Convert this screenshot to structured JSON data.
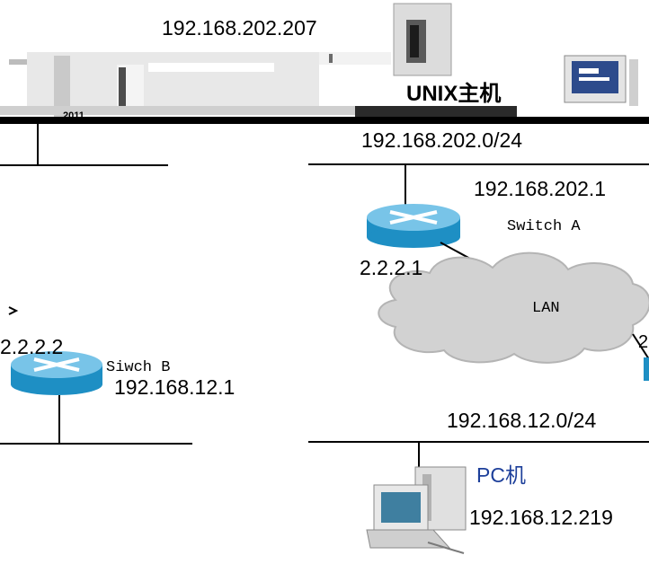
{
  "unix_host": {
    "ip": "192.168.202.207",
    "name": "UNIX主机"
  },
  "network_top": {
    "subnet": "192.168.202.0/24"
  },
  "switch_a": {
    "name": "Switch A",
    "lan_ip": "192.168.202.1",
    "wan_ip": "2.2.2.1"
  },
  "cloud": {
    "label": "LAN"
  },
  "switch_b": {
    "name": "Siwch B",
    "wan_ip": "2.2.2.2",
    "lan_ip": "192.168.12.1"
  },
  "network_bottom": {
    "subnet": "192.168.12.0/24"
  },
  "pc": {
    "name": "PC机",
    "ip": "192.168.12.219"
  },
  "partial_labels": {
    "left_cut": "? ",
    "cable_right": "2",
    "left_top": "2011"
  },
  "colors": {
    "router_body": "#1e8fc4",
    "router_top": "#78c4e8",
    "cloud": "#d2d2d2",
    "label_blue": "#1d3f9a"
  }
}
